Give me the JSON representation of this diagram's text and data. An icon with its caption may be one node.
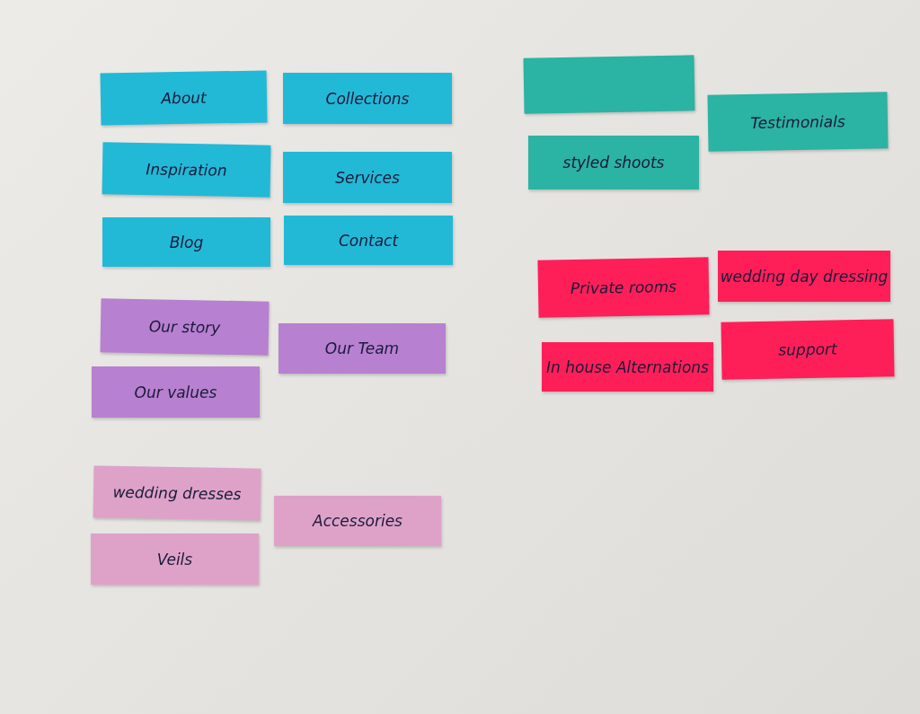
{
  "diagram": {
    "nodes": [
      {
        "text": [
          "About"
        ]
      },
      {
        "text": [
          "Collections"
        ]
      },
      {
        "text": [
          "Inspiration"
        ]
      },
      {
        "text": [
          "Services"
        ]
      },
      {
        "text": [
          "Blog"
        ]
      },
      {
        "text": [
          "Contact"
        ]
      },
      {
        "text": [
          "Our story"
        ]
      },
      {
        "text": [
          "Our Team"
        ]
      },
      {
        "text": [
          "Our values"
        ]
      },
      {
        "text": [
          "wedding dresses"
        ]
      },
      {
        "text": [
          "Accessories"
        ]
      },
      {
        "text": [
          "Veils"
        ]
      },
      {
        "text": [],
        "shape": "box"
      },
      {
        "text": [
          "Testimonials"
        ]
      },
      {
        "text": [
          "styled shoots"
        ]
      },
      {
        "text": [
          "Private rooms"
        ]
      },
      {
        "text": [
          "wedding day dressing"
        ]
      },
      {
        "text": [
          "In house Alternations"
        ]
      },
      {
        "text": [
          "support"
        ]
      }
    ]
  }
}
